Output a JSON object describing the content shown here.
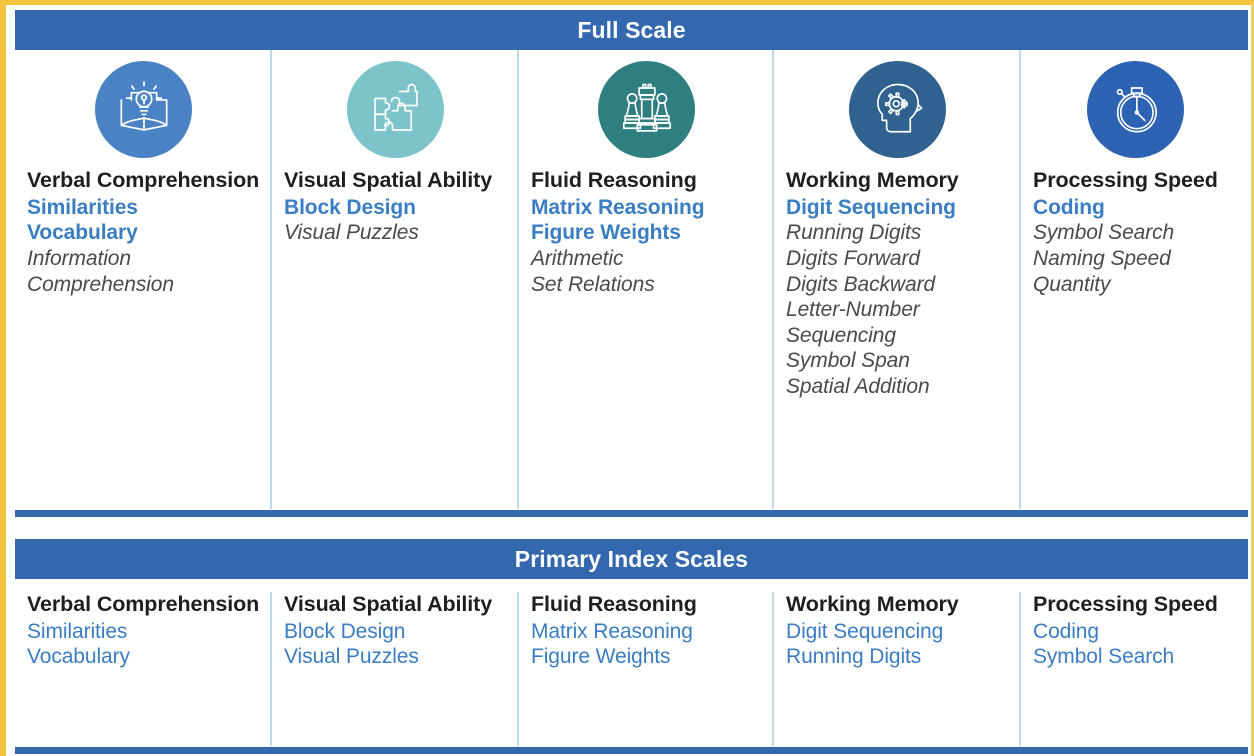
{
  "colors": {
    "page_border": "#f2c33c",
    "header_bar": "#3367ae",
    "accent_blue_text": "#3a7dc2",
    "secondary_text": "#4a4a4a",
    "divider": "#bcd9ef",
    "icon_verbal": "#4a83c4",
    "icon_visual_spatial": "#7cc4ca",
    "icon_fluid": "#2f7f80",
    "icon_working_memory": "#2f628f",
    "icon_processing_speed": "#2c63b2"
  },
  "full_scale": {
    "title": "Full Scale",
    "columns": [
      {
        "icon": "book-lightbulb-icon",
        "icon_color": "#4a83c4",
        "scale": "Verbal Comprehension",
        "primary": [
          "Similarities",
          "Vocabulary"
        ],
        "secondary": [
          "Information",
          "Comprehension"
        ]
      },
      {
        "icon": "puzzle-pieces-icon",
        "icon_color": "#7cc4ca",
        "scale": "Visual Spatial Ability",
        "primary": [
          "Block Design"
        ],
        "secondary": [
          "Visual Puzzles"
        ]
      },
      {
        "icon": "chess-pieces-icon",
        "icon_color": "#2f7f80",
        "scale": "Fluid Reasoning",
        "primary": [
          "Matrix Reasoning",
          "Figure Weights"
        ],
        "secondary": [
          "Arithmetic",
          "Set Relations"
        ]
      },
      {
        "icon": "head-gear-icon",
        "icon_color": "#2f628f",
        "scale": "Working Memory",
        "primary": [
          "Digit Sequencing"
        ],
        "secondary": [
          "Running Digits",
          "Digits Forward",
          "Digits Backward",
          "Letter-Number Sequencing",
          "Symbol Span",
          "Spatial Addition"
        ]
      },
      {
        "icon": "stopwatch-icon",
        "icon_color": "#2c63b2",
        "scale": "Processing Speed",
        "primary": [
          "Coding"
        ],
        "secondary": [
          "Symbol Search",
          "Naming Speed",
          "Quantity"
        ]
      }
    ]
  },
  "primary_index_scales": {
    "title": "Primary Index Scales",
    "columns": [
      {
        "scale": "Verbal Comprehension",
        "subtests": [
          "Similarities",
          "Vocabulary"
        ]
      },
      {
        "scale": "Visual Spatial Ability",
        "subtests": [
          "Block Design",
          "Visual Puzzles"
        ]
      },
      {
        "scale": "Fluid Reasoning",
        "subtests": [
          "Matrix Reasoning",
          "Figure Weights"
        ]
      },
      {
        "scale": "Working Memory",
        "subtests": [
          "Digit Sequencing",
          "Running Digits"
        ]
      },
      {
        "scale": "Processing Speed",
        "subtests": [
          "Coding",
          "Symbol Search"
        ]
      }
    ]
  }
}
